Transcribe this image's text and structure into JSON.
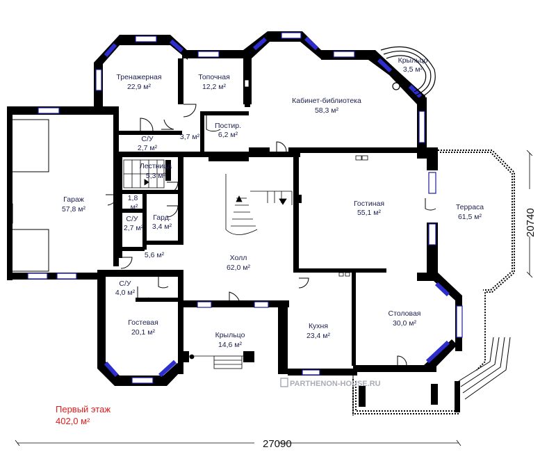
{
  "floor": {
    "name": "Первый этаж",
    "area": "402,0 м²"
  },
  "dimensions": {
    "width": "27090",
    "height": "20740"
  },
  "watermark": "PARTHENON-HOUSE.RU",
  "rooms": [
    {
      "name": "Тренажерная",
      "area": "22,9 м²"
    },
    {
      "name": "Топочная",
      "area": "12,2 м²"
    },
    {
      "name": "Кабинет-библиотека",
      "area": "58,3 м²"
    },
    {
      "name": "Крыльцо",
      "area": "3,5 м²"
    },
    {
      "name": "С/У",
      "area": "2,7 м²"
    },
    {
      "name": "",
      "area": "3,7 м²"
    },
    {
      "name": "Постир.",
      "area": "6,2 м²"
    },
    {
      "name": "Лестница",
      "area": "5,3 м²"
    },
    {
      "name": "Гараж",
      "area": "57,8 м²"
    },
    {
      "name": "1,8",
      "area": "м²"
    },
    {
      "name": "С/У",
      "area": "2,7 м²"
    },
    {
      "name": "Гард.",
      "area": "3,4 м²"
    },
    {
      "name": "Гостиная",
      "area": "55,1 м²"
    },
    {
      "name": "Терраса",
      "area": "61,5 м²"
    },
    {
      "name": "",
      "area": "5,6 м²"
    },
    {
      "name": "Холл",
      "area": "62,0 м²"
    },
    {
      "name": "С/У",
      "area": "4,0 м²"
    },
    {
      "name": "Гостевая",
      "area": "20,1 м²"
    },
    {
      "name": "Крыльцо",
      "area": "14,6 м²"
    },
    {
      "name": "Кухня",
      "area": "23,4 м²"
    },
    {
      "name": "Столовая",
      "area": "30,0 м²"
    }
  ]
}
